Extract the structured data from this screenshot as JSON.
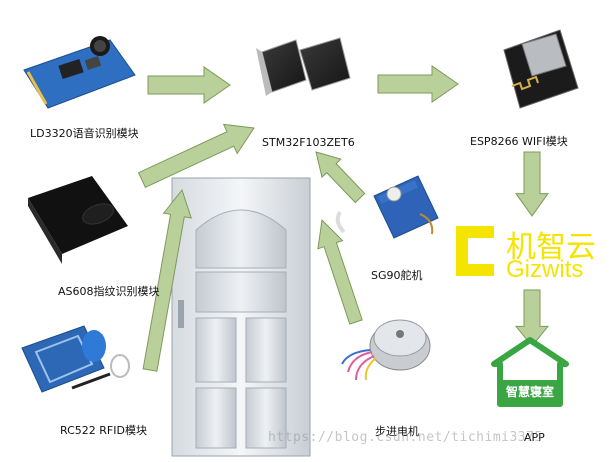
{
  "nodes": {
    "voice_module": "LD3320语音识别模块",
    "mcu": "STM32F103ZET6",
    "wifi": "ESP8266 WIFI模块",
    "fingerprint": "AS608指纹识别模块",
    "servo": "SG90舵机",
    "rfid": "RC522 RFID模块",
    "stepper": "步进电机",
    "app": "APP"
  },
  "gizwits": {
    "cn": "机智云",
    "en": "Gizwits",
    "color": "#f4e400"
  },
  "app_icon": {
    "text": "智慧寝室",
    "color": "#3aa543"
  },
  "watermark": "https://blog.csdn.net/tichimi3375",
  "colors": {
    "arrow_fill": "#b9d09a",
    "arrow_stroke": "#7d9a5a"
  }
}
